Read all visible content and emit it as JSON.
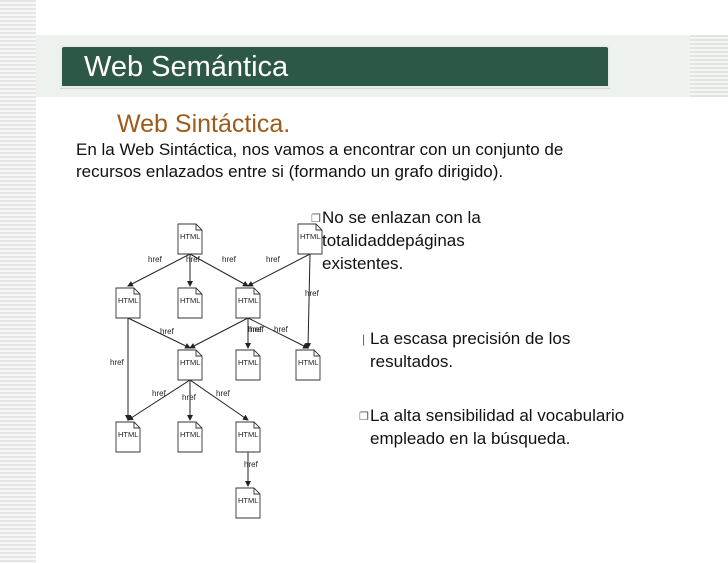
{
  "slide": {
    "title": "Web Semántica",
    "subtitle": "Web Sintáctica.",
    "intro": "En la Web Sintáctica, nos vamos a encontrar con un conjunto de recursos enlazados entre si (formando un grafo dirigido).",
    "note_1": "No se enlazan con la totalidaddepáginas existentes.",
    "note_2": "La escasa precisión de los resultados.",
    "note_3": "La alta sensibilidad al vocabulario empleado en la búsqueda."
  },
  "diagram": {
    "document_label": "HTML",
    "link_label": "href"
  },
  "colors": {
    "title_bar": "#2d5746",
    "subtitle": "#9c5b1c"
  }
}
